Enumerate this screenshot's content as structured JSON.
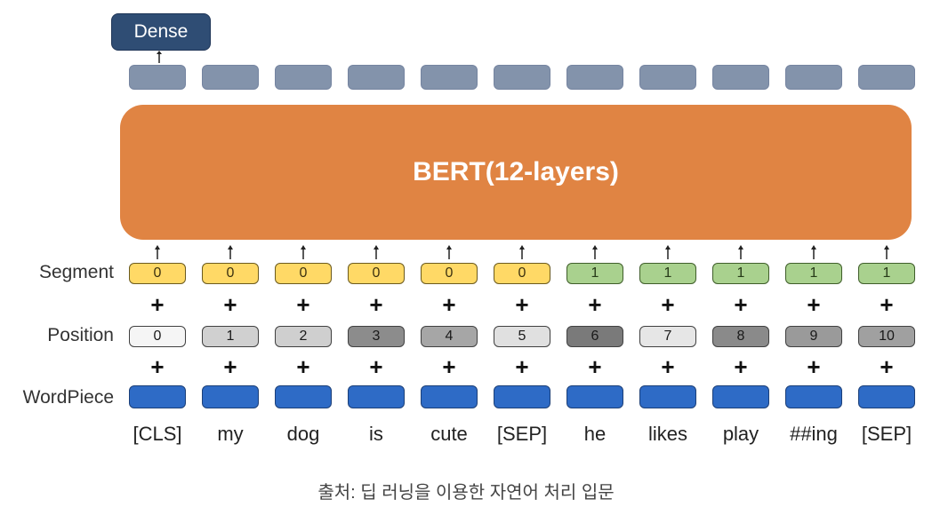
{
  "dense_label": "Dense",
  "bert_label": "BERT(12-layers)",
  "row_labels": {
    "segment": "Segment",
    "position": "Position",
    "wordpiece": "WordPiece"
  },
  "plus_symbol": "+",
  "tokens": [
    "[CLS]",
    "my",
    "dog",
    "is",
    "cute",
    "[SEP]",
    "he",
    "likes",
    "play",
    "##ing",
    "[SEP]"
  ],
  "segments": [
    "0",
    "0",
    "0",
    "0",
    "0",
    "0",
    "1",
    "1",
    "1",
    "1",
    "1"
  ],
  "positions": [
    "0",
    "1",
    "2",
    "3",
    "4",
    "5",
    "6",
    "7",
    "8",
    "9",
    "10"
  ],
  "position_fill_colors": [
    "#f5f5f5",
    "#d0d0d0",
    "#cfcfcf",
    "#8c8c8c",
    "#a6a6a6",
    "#e0e0e0",
    "#7a7a7a",
    "#e6e6e6",
    "#8a8a8a",
    "#9a9a9a",
    "#a0a0a0"
  ],
  "colors": {
    "dense": "#2f4d74",
    "output_token": "#8393ab",
    "bert": "#e08443",
    "segment_a": "#ffd966",
    "segment_b": "#a9d18e",
    "wordpiece": "#2e6bc6"
  },
  "caption": "출처: 딥 러닝을 이용한 자연어 처리 입문"
}
